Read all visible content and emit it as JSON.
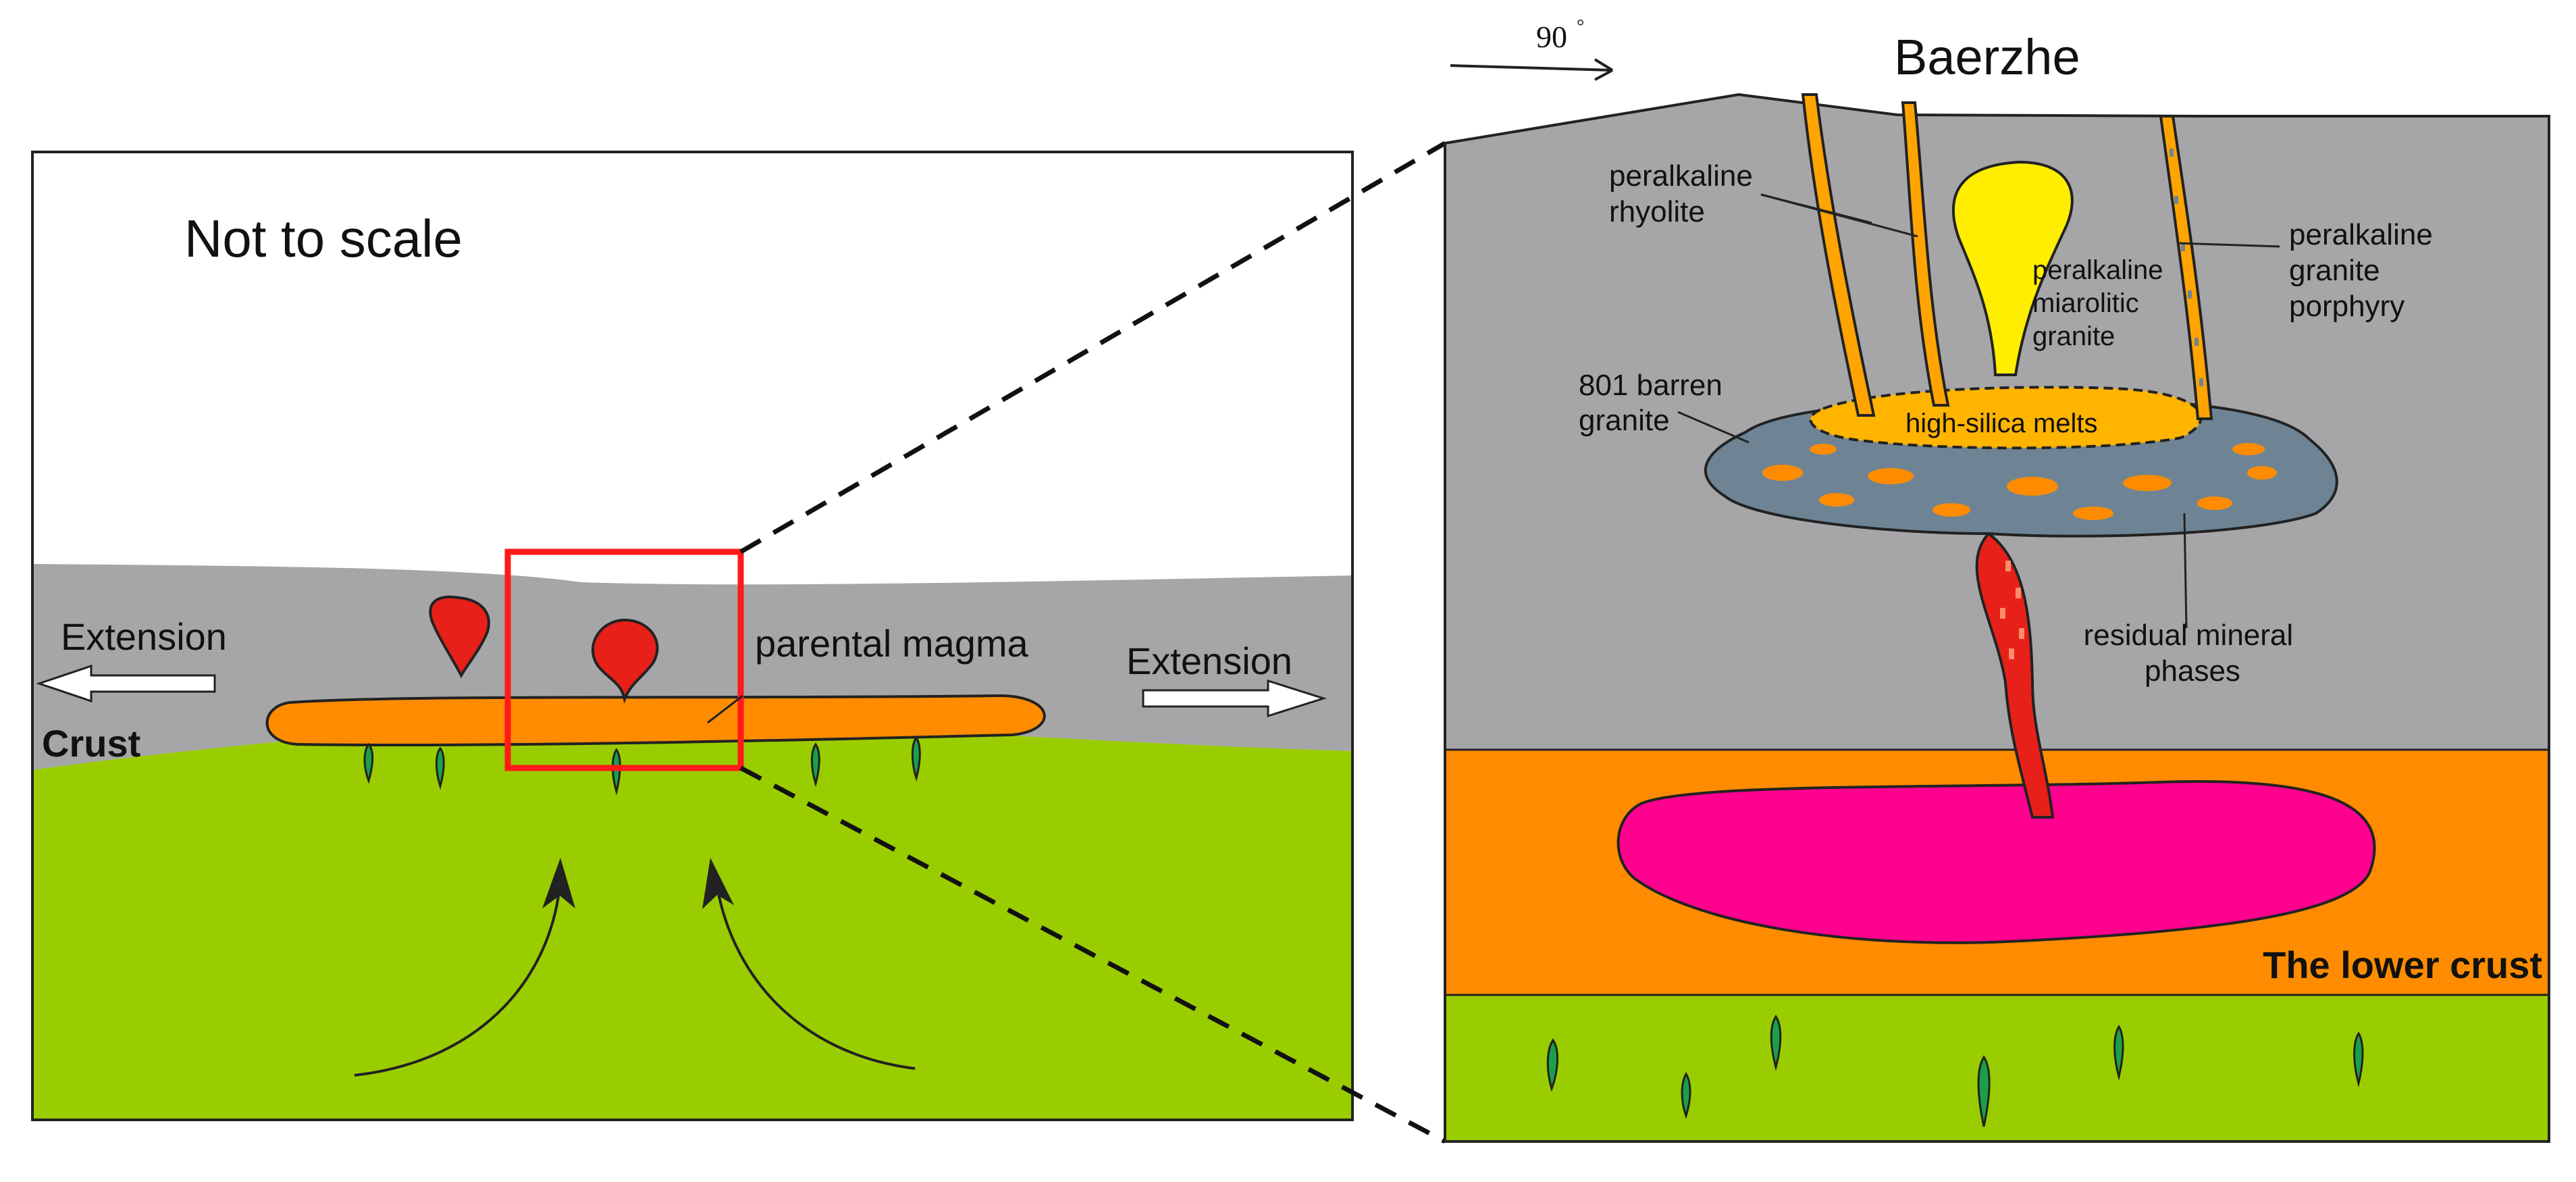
{
  "left_panel": {
    "note": "Not to scale",
    "extension_left": "Extension",
    "extension_right": "Extension",
    "crust": "Crust",
    "parental_magma": "parental magma"
  },
  "right_panel": {
    "title": "Baerzhe",
    "orientation": "90",
    "orientation_symbol": "°",
    "peralkaline_rhyolite": [
      "peralkaline",
      "rhyolite"
    ],
    "miarolitic_granite": [
      "peralkaline",
      "miarolitic",
      "granite"
    ],
    "granite_porphyry": [
      "peralkaline",
      "granite",
      "porphyry"
    ],
    "barren_granite": [
      "801 barren",
      "granite"
    ],
    "high_silica": "high-silica melts",
    "residual": [
      "residual mineral",
      "phases"
    ],
    "lower_crust": "The lower crust"
  },
  "colors": {
    "crust_gray": "#a6a6a8",
    "mantle_green": "#9acd00",
    "magma_orange": "#ff8c00",
    "magenta_chamber": "#ff008f",
    "pluton_slate": "#6e8494",
    "dike_orange": "#ffa400",
    "yellow_granite": "#ffee00",
    "red_feeder": "#e8201a",
    "frame_red": "#ff1a1a"
  }
}
